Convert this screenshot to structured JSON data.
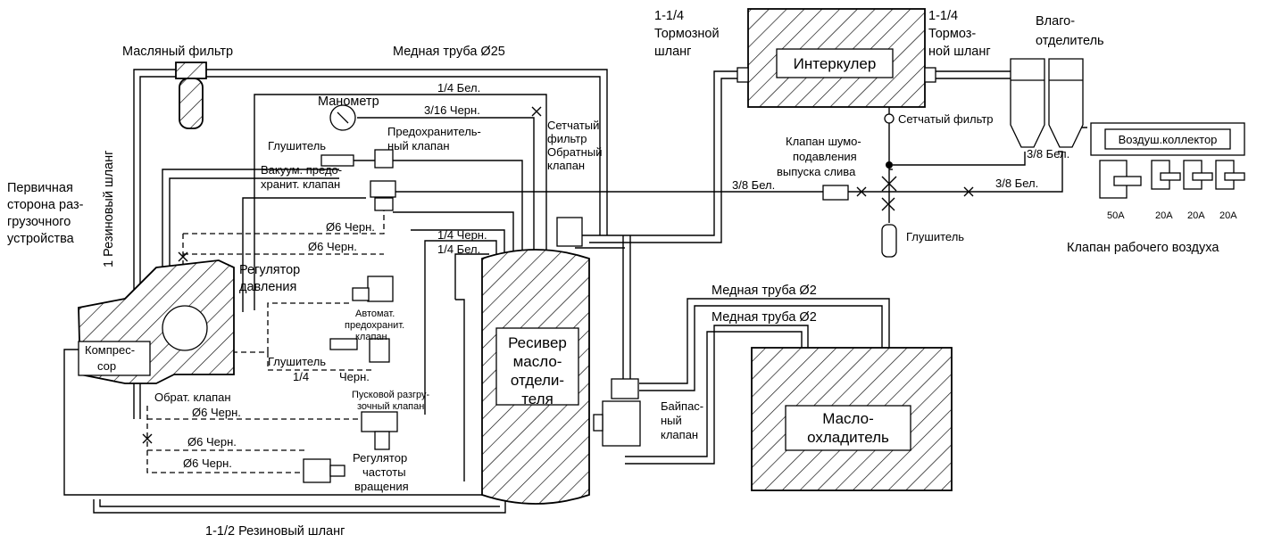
{
  "components": {
    "oil_filter": "Масляный фильтр",
    "copper_pipe_25": "Медная труба Ø25",
    "rubber_hose_1": "1 Резиновый шланг",
    "primary_side": [
      "Первичная",
      "сторона раз-",
      "грузочного",
      "устройства"
    ],
    "compressor": [
      "Компрес-",
      "сор"
    ],
    "manometer": "Манометр",
    "silencer_top": "Глушитель",
    "safety_valve": [
      "Предохранитель-",
      "ный клапан"
    ],
    "vacuum_valve": [
      "Вакуум. предо-",
      "хранит. клапан"
    ],
    "mesh_filter_left": [
      "Сетчатый",
      "фильтр"
    ],
    "check_valve_left": [
      "Обратный",
      "клапан"
    ],
    "pressure_regulator": [
      "Регулятор",
      "давления"
    ],
    "auto_safety_valve": [
      "Автомат.",
      "предохранит.",
      "клапан"
    ],
    "silencer_mid": "Глушитель",
    "check_valve_bottom": "Обрат. клапан",
    "start_unloader": [
      "Пусковой разгру-",
      "зочный клапан"
    ],
    "speed_regulator": [
      "Регулятор",
      "частоты",
      "вращения"
    ],
    "receiver": [
      "Ресивер",
      "масло-",
      "отдели-",
      "теля"
    ],
    "bypass_valve": [
      "Байпас-",
      "ный",
      "клапан"
    ],
    "oil_cooler": [
      "Масло-",
      "охладитель"
    ],
    "copper_pipe_2a": "Медная труба Ø2",
    "copper_pipe_2b": "Медная труба Ø2",
    "rubber_hose_112": "1-1/2 Резиновый шланг",
    "brake_hose_left": [
      "1-1/4",
      "Тормозной",
      "шланг"
    ],
    "brake_hose_right": [
      "1-1/4",
      "Тормоз-",
      "ной шланг"
    ],
    "intercooler": "Интеркулер",
    "moisture_separator": [
      "Влаго-",
      "отделитель"
    ],
    "mesh_filter_right": "Сетчатый фильтр",
    "noise_valve": [
      "Клапан шумо-",
      "подавления",
      "выпуска слива"
    ],
    "silencer_right": "Глушитель",
    "air_manifold": "Воздуш.коллектор",
    "working_air_valve": "Клапан рабочего воздуха",
    "valve_sizes": [
      "50A",
      "20A",
      "20A",
      "20A"
    ]
  },
  "pipe_labels": {
    "white_14_top": "1/4 Бел.",
    "black_316": "3/16 Черн.",
    "black_6_a": "Ø6 Черн.",
    "black_6_b": "Ø6 Черн.",
    "black_14": "1/4  Черн.",
    "white_14": "1/4 Бел.",
    "black_14_silencer": "Черн.",
    "size_14": "1/4",
    "black_6_c": "Ø6 Черн.",
    "black_6_d": "Ø6 Черн.",
    "black_6_e": "Ø6 Черн.",
    "white_38_a": "3/8 Бел.",
    "white_38_b": "3/8 Бел.",
    "white_38_c": "3/8 Бел."
  }
}
